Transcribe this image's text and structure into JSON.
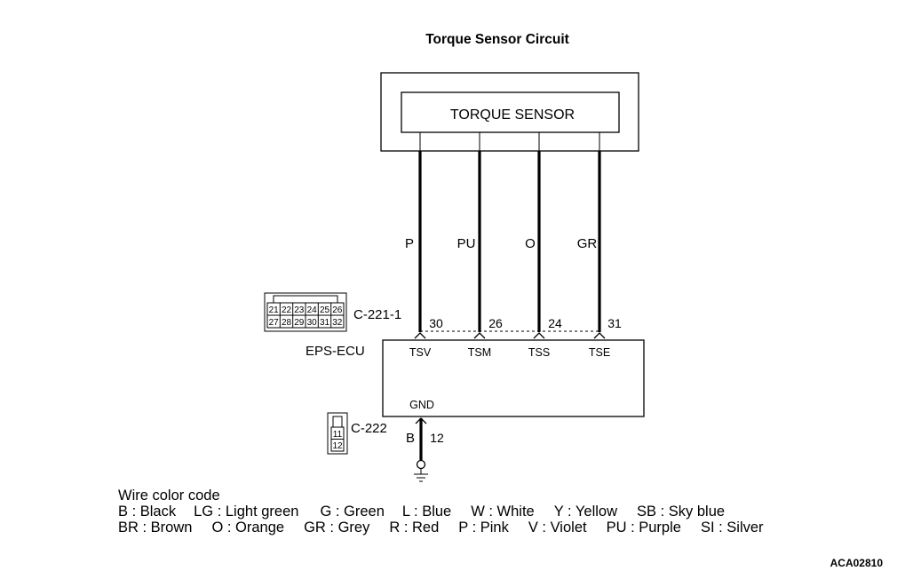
{
  "title": "Torque Sensor Circuit",
  "sensor": {
    "label": "TORQUE SENSOR"
  },
  "wires": [
    {
      "color": "P",
      "pin": "30",
      "terminal": "TSV"
    },
    {
      "color": "PU",
      "pin": "26",
      "terminal": "TSM"
    },
    {
      "color": "O",
      "pin": "24",
      "terminal": "TSS"
    },
    {
      "color": "GR",
      "pin": "31",
      "terminal": "TSE"
    }
  ],
  "ecu": {
    "label": "EPS-ECU",
    "gnd_terminal": "GND",
    "gnd_wire_color": "B",
    "gnd_pin": "12"
  },
  "connector1": {
    "label": "C-221-1",
    "top_pins": [
      "21",
      "22",
      "23",
      "24",
      "25",
      "26"
    ],
    "bottom_pins": [
      "27",
      "28",
      "29",
      "30",
      "31",
      "32"
    ]
  },
  "connector2": {
    "label": "C-222",
    "pins": [
      "11",
      "12"
    ]
  },
  "wire_color_code": {
    "heading": "Wire color code",
    "row1": [
      "B : Black",
      "LG : Light green",
      "G : Green",
      "L : Blue",
      "W : White",
      "Y : Yellow",
      "SB : Sky blue"
    ],
    "row2": [
      "BR : Brown",
      "O : Orange",
      "GR : Grey",
      "R : Red",
      "P : Pink",
      "V : Violet",
      "PU : Purple",
      "SI : Silver"
    ]
  },
  "figure_id": "ACA02810"
}
